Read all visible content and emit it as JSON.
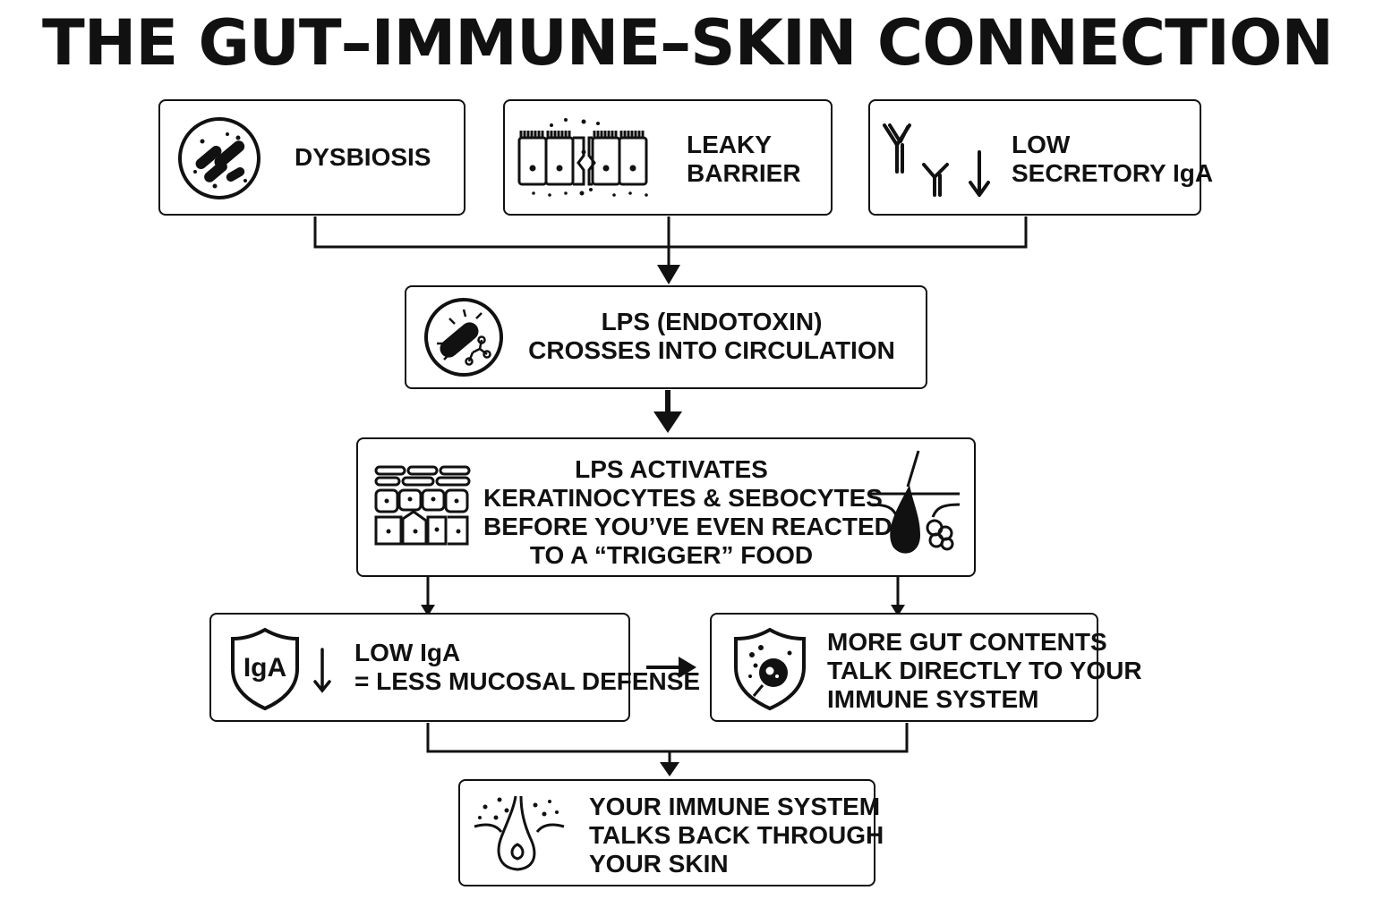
{
  "title": "THE GUT–IMMUNE–SKIN CONNECTION",
  "colors": {
    "ink": "#111111",
    "background": "#ffffff"
  },
  "top_row": [
    {
      "icon": "bacteria-circle-icon",
      "lines": [
        "DYSBIOSIS"
      ]
    },
    {
      "icon": "leaky-gut-cells-icon",
      "lines": [
        "LEAKY",
        "BARRIER"
      ]
    },
    {
      "icon": "antibody-down-icon",
      "lines": [
        "LOW",
        "SECRETORY IgA"
      ]
    }
  ],
  "lps_box": {
    "icon": "lps-bacterium-icon",
    "lines": [
      "LPS (ENDOTOXIN)",
      "CROSSES INTO CIRCULATION"
    ]
  },
  "activation_box": {
    "icon_left": "skin-cells-icon",
    "icon_right": "hair-follicle-sebaceous-icon",
    "lines": [
      "LPS ACTIVATES",
      "KERATINOCYTES & SEBOCYTES",
      "BEFORE YOU’VE EVEN REACTED",
      "TO A “TRIGGER” FOOD"
    ]
  },
  "iga_box": {
    "icon": "iga-shield-icon",
    "icon_text": "IgA",
    "lines": [
      "LOW IgA",
      "= LESS MUCOSAL DEFENSE"
    ]
  },
  "gut_contents_box": {
    "icon": "immune-cell-shield-icon",
    "lines": [
      "MORE GUT CONTENTS",
      "TALK DIRECTLY TO YOUR",
      "IMMUNE SYSTEM"
    ]
  },
  "final_box": {
    "icon": "skin-follicle-particles-icon",
    "lines": [
      "YOUR IMMUNE SYSTEM",
      "TALKS BACK THROUGH",
      "YOUR SKIN"
    ]
  }
}
